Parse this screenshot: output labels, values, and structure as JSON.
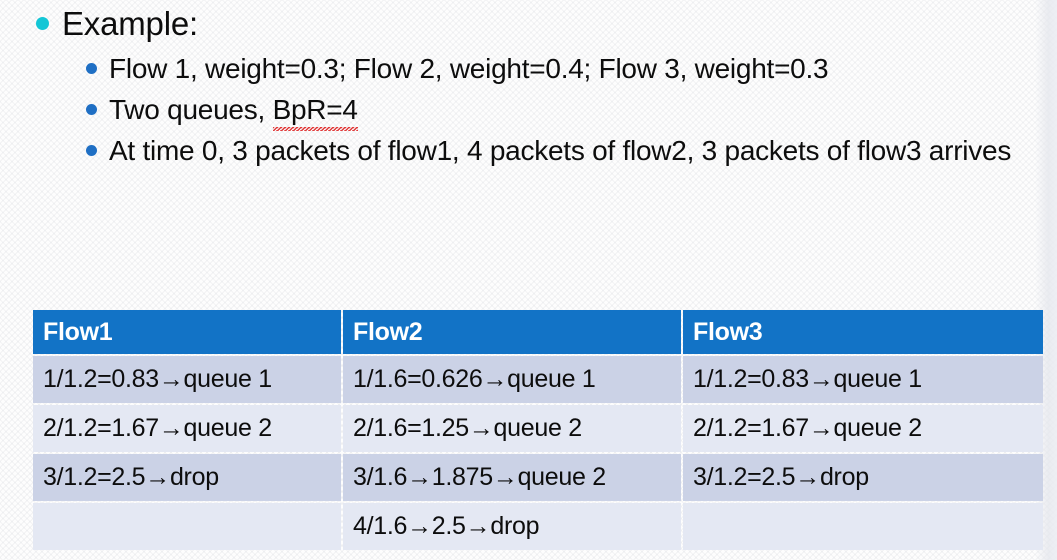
{
  "slide": {
    "background_color": "#fdfdfd",
    "accent_cyan": "#13C6D6",
    "accent_blue": "#1F6FC4",
    "table_header_blue": "#1273C6",
    "row_band_dark": "#CBD2E6",
    "row_band_light": "#E4E8F3"
  },
  "bullets": {
    "level1": {
      "text": "Example:",
      "bullet_glyph": "filled-circle"
    },
    "level2": [
      {
        "text": "Flow 1, weight=0.3; Flow 2, weight=0.4; Flow 3, weight=0.3"
      },
      {
        "text_before": "Two queues, ",
        "misspelled": "BpR=4",
        "text_after": "",
        "has_spellcheck_underline": true
      },
      {
        "text": "At time 0, 3 packets of flow1, 4 packets of flow2, 3 packets of flow3 arrives"
      }
    ]
  },
  "table": {
    "headers": [
      "Flow1",
      "Flow2",
      "Flow3"
    ],
    "rows": [
      [
        "1/1.2=0.83→queue 1",
        "1/1.6=0.626→queue 1",
        "1/1.2=0.83→queue 1"
      ],
      [
        "2/1.2=1.67→queue 2",
        "2/1.6=1.25→queue 2",
        "2/1.2=1.67→queue 2"
      ],
      [
        "3/1.2=2.5→drop",
        "3/1.6→1.875→queue 2",
        "3/1.2=2.5→drop"
      ],
      [
        "",
        "4/1.6→2.5→drop",
        ""
      ]
    ]
  }
}
